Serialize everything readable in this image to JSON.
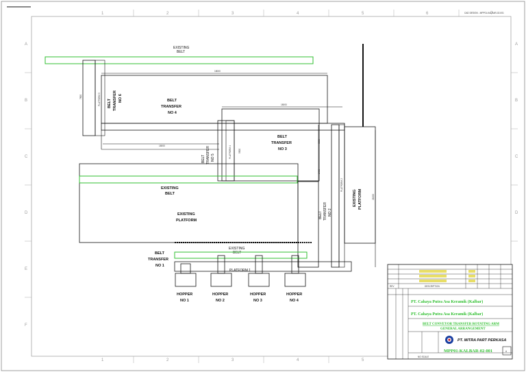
{
  "drawing": {
    "corner_note": "CAD DESIGN - MPP01-KALBAR-02-001",
    "grid_cols": [
      "1",
      "2",
      "3",
      "4",
      "5",
      "6",
      "7"
    ],
    "grid_rows": [
      "A",
      "B",
      "C",
      "D",
      "E",
      "F"
    ]
  },
  "labels": {
    "existing_belt_top_1": "EXISTING",
    "existing_belt_top_2": "BELT",
    "dim_top_long": "18000",
    "dim_mid_long": "18000",
    "dim_lower": "18000",
    "dim_vert_left": "7800",
    "platform5": "PLATFORM 5",
    "belt_no6_1": "BELT",
    "belt_no6_2": "TRANSFER",
    "belt_no6_3": "NO 6",
    "belt_no4_1": "BELT",
    "belt_no4_2": "TRANSFER",
    "belt_no4_3": "NO 4",
    "belt_no5_1": "BELT",
    "belt_no5_2": "TRANSFER",
    "belt_no5_3": "NO 5",
    "platform4": "PLATFORM 4",
    "dim_p4": "5500",
    "belt_no3_1": "BELT",
    "belt_no3_2": "TRANSFER",
    "belt_no3_3": "NO 3",
    "dim_right1": "3000",
    "dim_right2": "2400",
    "platform2": "PLATFORM 2",
    "existing_platform_r_1": "EXISTING",
    "existing_platform_r_2": "PLATFORM",
    "dim_far_right": "21000",
    "existing_belt_mid_1": "EXISTING",
    "existing_belt_mid_2": "BELT",
    "existing_platform_1": "EXISTING",
    "existing_platform_2": "PLATFORM",
    "belt_no2_1": "BELT",
    "belt_no2_2": "TRANSFER",
    "belt_no2_3": "NO 2",
    "existing_belt_low_1": "EXISTING",
    "existing_belt_low_2": "BELT",
    "belt_no1_1": "BELT",
    "belt_no1_2": "TRANSFER",
    "belt_no1_3": "NO 1",
    "platform1": "PLATFORM 1",
    "hopper": "HOPPER",
    "hopper1": "NO 1",
    "hopper2": "NO 2",
    "hopper3": "NO 3",
    "hopper4": "NO 4"
  },
  "title_block": {
    "rev_col": "REV",
    "description_col": "DESCRIPTION",
    "client_line1": "PT. Cahaya Putra Asa Keramik (Kalbar)",
    "client_line2": "PT. Cahaya Putra Asa Keramik (Kalbar)",
    "title_line1": "BELT CONVEYOR TRANSFER ROTATING ARM",
    "title_line2": "GENERAL ARRANGEMENT",
    "company": "PT. MITRA PART PERKASA",
    "drawing_no": "MPP01-KALBAR-02-001",
    "scale_label": "NO SCALE",
    "sheet_label": "A"
  },
  "colors": {
    "line": "#111111",
    "existing": "#2fbf2f",
    "title_text": "#2fbf2f",
    "title_rows": "#d8c800",
    "logo": "#1a3fa0"
  }
}
